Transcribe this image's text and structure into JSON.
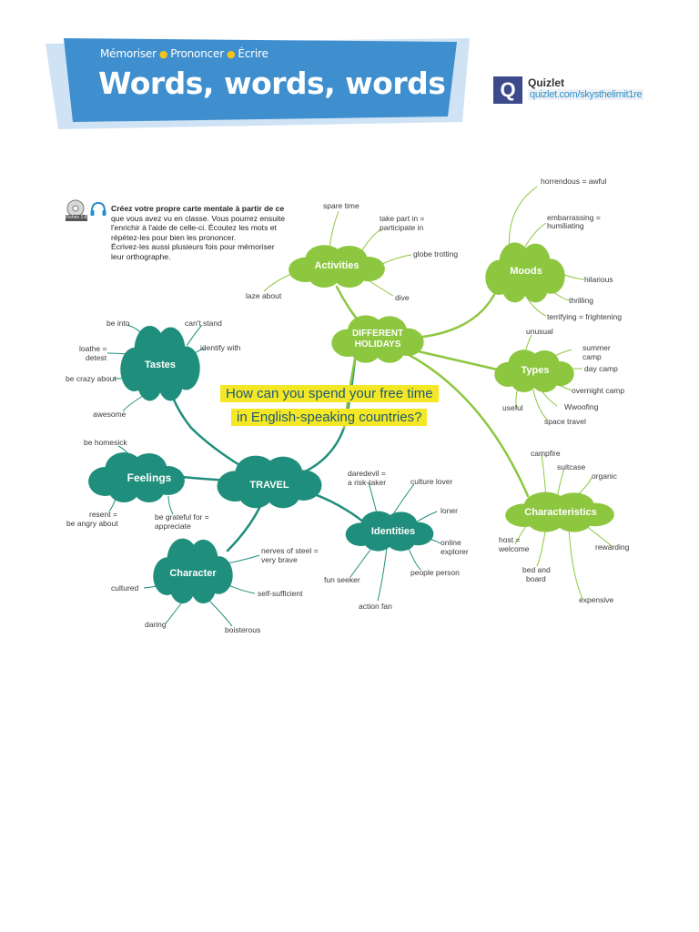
{
  "header": {
    "breadcrumbs": [
      "Mémoriser",
      "Prononcer",
      "Écrire"
    ],
    "title": "Words, words, words"
  },
  "quizlet": {
    "letter": "Q",
    "name": "Quizlet",
    "url": "quizlet.com/skysthelimit1re"
  },
  "instructions": {
    "icon_label": "Fiches 1-8",
    "line1": "Créez votre propre carte mentale à partir de ce",
    "line2": "que vous avez vu en classe. Vous pourrez ensuite",
    "line3": "l'enrichir à l'aide de celle-ci. Écoutez les mots et",
    "line4": "répétez-les pour bien les prononcer.",
    "line5": "Écrivez-les aussi plusieurs fois pour mémoriser",
    "line6": "leur orthographe."
  },
  "question": {
    "line1": "How can you spend your free time",
    "line2": "in English-speaking countries?"
  },
  "colors": {
    "teal": "#1f8e7c",
    "green": "#8dc63f",
    "banner": "#3f8fcf",
    "highlight": "#f4e826"
  },
  "nodes": {
    "travel": "TRAVEL",
    "different_holidays_1": "DIFFERENT",
    "different_holidays_2": "HOLIDAYS",
    "activities": "Activities",
    "moods": "Moods",
    "types": "Types",
    "characteristics": "Characteristics",
    "tastes": "Tastes",
    "feelings": "Feelings",
    "character": "Character",
    "identities": "Identities"
  },
  "words": {
    "spare_time": "spare time",
    "take_part_1": "take part in =",
    "take_part_2": "participate in",
    "globe_trotting": "globe trotting",
    "laze_about": "laze about",
    "dive": "dive",
    "horrendous": "horrendous = awful",
    "embarrassing_1": "embarrassing =",
    "embarrassing_2": "humiliating",
    "hilarious": "hilarious",
    "thrilling": "thrilling",
    "terrifying": "terrifying = frightening",
    "unusual": "unusual",
    "summer_camp_1": "summer",
    "summer_camp_2": "camp",
    "day_camp": "day camp",
    "overnight_camp": "overnight camp",
    "useful": "useful",
    "wwoofing": "Wwoofing",
    "space_travel": "space travel",
    "campfire": "campfire",
    "suitcase": "suitcase",
    "organic": "organic",
    "host_1": "host =",
    "host_2": "welcome",
    "rewarding": "rewarding",
    "bed_board_1": "bed and",
    "bed_board_2": "board",
    "expensive": "expensive",
    "be_into": "be into",
    "cant_stand": "can't stand",
    "loathe_1": "loathe =",
    "loathe_2": "detest",
    "identify_with": "identify with",
    "be_crazy_about": "be crazy about",
    "awesome": "awesome",
    "be_homesick": "be homesick",
    "resent_1": "resent =",
    "resent_2": "be angry about",
    "be_grateful_1": "be grateful for =",
    "be_grateful_2": "appreciate",
    "daredevil_1": "daredevil =",
    "daredevil_2": "a risk-taker",
    "culture_lover": "culture lover",
    "loner": "loner",
    "online_explorer_1": "online",
    "online_explorer_2": "explorer",
    "people_person": "people person",
    "fun_seeker": "fun seeker",
    "action_fan": "action fan",
    "nerves_of_steel_1": "nerves of steel =",
    "nerves_of_steel_2": "very brave",
    "self_sufficient": "self-sufficient",
    "cultured": "cultured",
    "daring": "daring",
    "boisterous": "boisterous"
  }
}
